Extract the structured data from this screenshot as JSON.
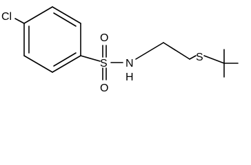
{
  "molecule": {
    "atoms": {
      "cl": "Cl",
      "s_sulfonyl": "S",
      "o_top": "O",
      "o_bottom": "O",
      "n": "N",
      "h": "H",
      "s_thioether": "S"
    }
  }
}
